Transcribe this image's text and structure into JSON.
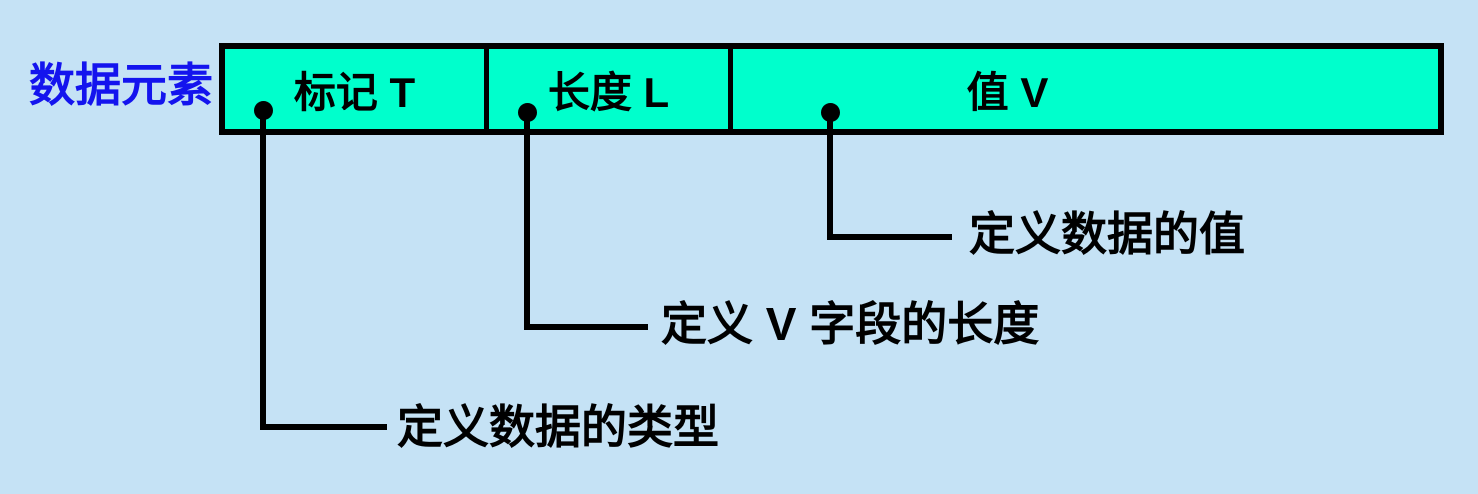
{
  "row_label": "数据元素",
  "fields": [
    {
      "label": "标记 T",
      "annotation": "定义数据的类型"
    },
    {
      "label": "长度 L",
      "annotation": "定义 V 字段的长度"
    },
    {
      "label": "值 V",
      "annotation": "定义数据的值"
    }
  ],
  "colors": {
    "background": "#C5E2F5",
    "bar_fill": "#00FFCC",
    "bar_border": "#000000",
    "row_label_text": "#1414EE",
    "annotation_text": "#000000"
  }
}
